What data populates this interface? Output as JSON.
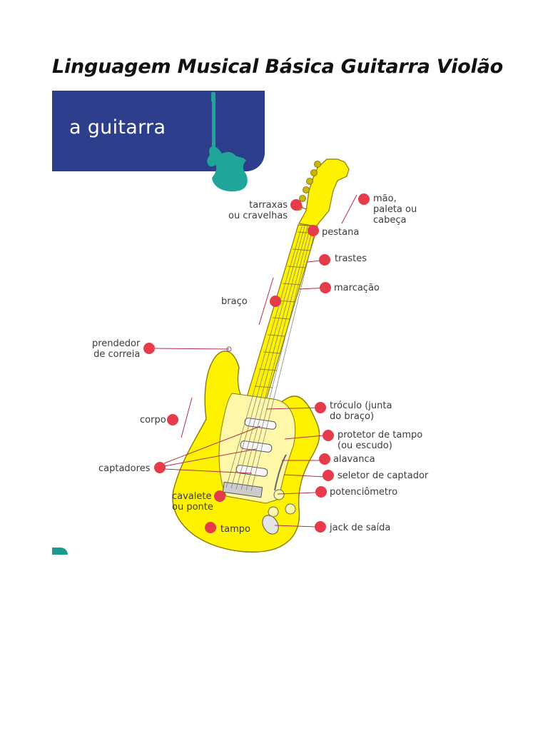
{
  "document": {
    "title": "Linguagem Musical Básica Guitarra Violão"
  },
  "banner": {
    "text": "a guitarra",
    "bg_color": "#2d3e8c",
    "icon": "guitar-icon",
    "icon_color": "#1fa59a"
  },
  "diagram": {
    "guitar_color": "#fff200",
    "marker_color": "#e63b4a",
    "leader_color": "#b0304a",
    "labels": {
      "tarraxas": "tarraxas\nou cravelhas",
      "mao": "mão,\npaleta ou\ncabeça",
      "pestana": "pestana",
      "trastes": "trastes",
      "marcacao": "marcação",
      "braco": "braço",
      "prendedor": "prendedor\nde correia",
      "troculo": "tróculo (junta\ndo braço)",
      "corpo": "corpo",
      "protetor": "protetor de tampo\n(ou escudo)",
      "alavanca": "alavanca",
      "captadores": "captadores",
      "seletor": "seletor de captador",
      "potenciometro": "potenciômetro",
      "cavalete": "cavalete\nou ponte",
      "jack": "jack de saída",
      "tampo": "tampo"
    }
  }
}
